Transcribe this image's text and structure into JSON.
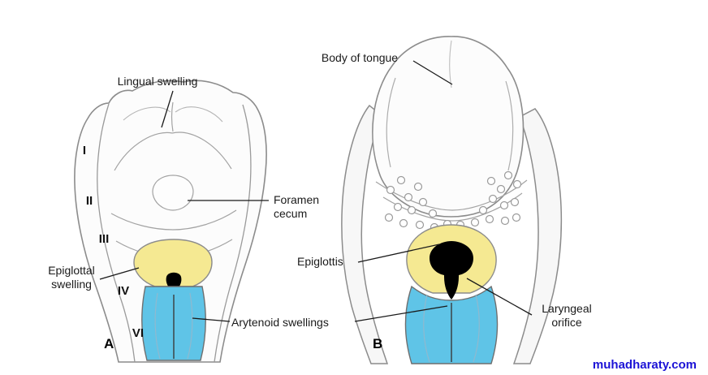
{
  "colors": {
    "yellow": "#f5e992",
    "blue": "#5fc4e7",
    "black": "#000000",
    "outline": "#8c8c8c",
    "watermark": "#1c13d6"
  },
  "figure_a": {
    "panel_label": "A",
    "labels": {
      "lingual_swelling": "Lingual swelling",
      "foramen_cecum_line1": "Foramen",
      "foramen_cecum_line2": "cecum",
      "epiglottal_swelling_line1": "Epiglottal",
      "epiglottal_swelling_line2": "swelling",
      "arytenoid_swellings": "Arytenoid swellings"
    },
    "arch_numerals": [
      "I",
      "II",
      "III",
      "IV",
      "VI"
    ]
  },
  "figure_b": {
    "panel_label": "B",
    "labels": {
      "body_of_tongue": "Body of tongue",
      "epiglottis": "Epiglottis",
      "laryngeal_orifice_line1": "Laryngeal",
      "laryngeal_orifice_line2": "orifice"
    }
  },
  "watermark": "muhadharaty.com"
}
